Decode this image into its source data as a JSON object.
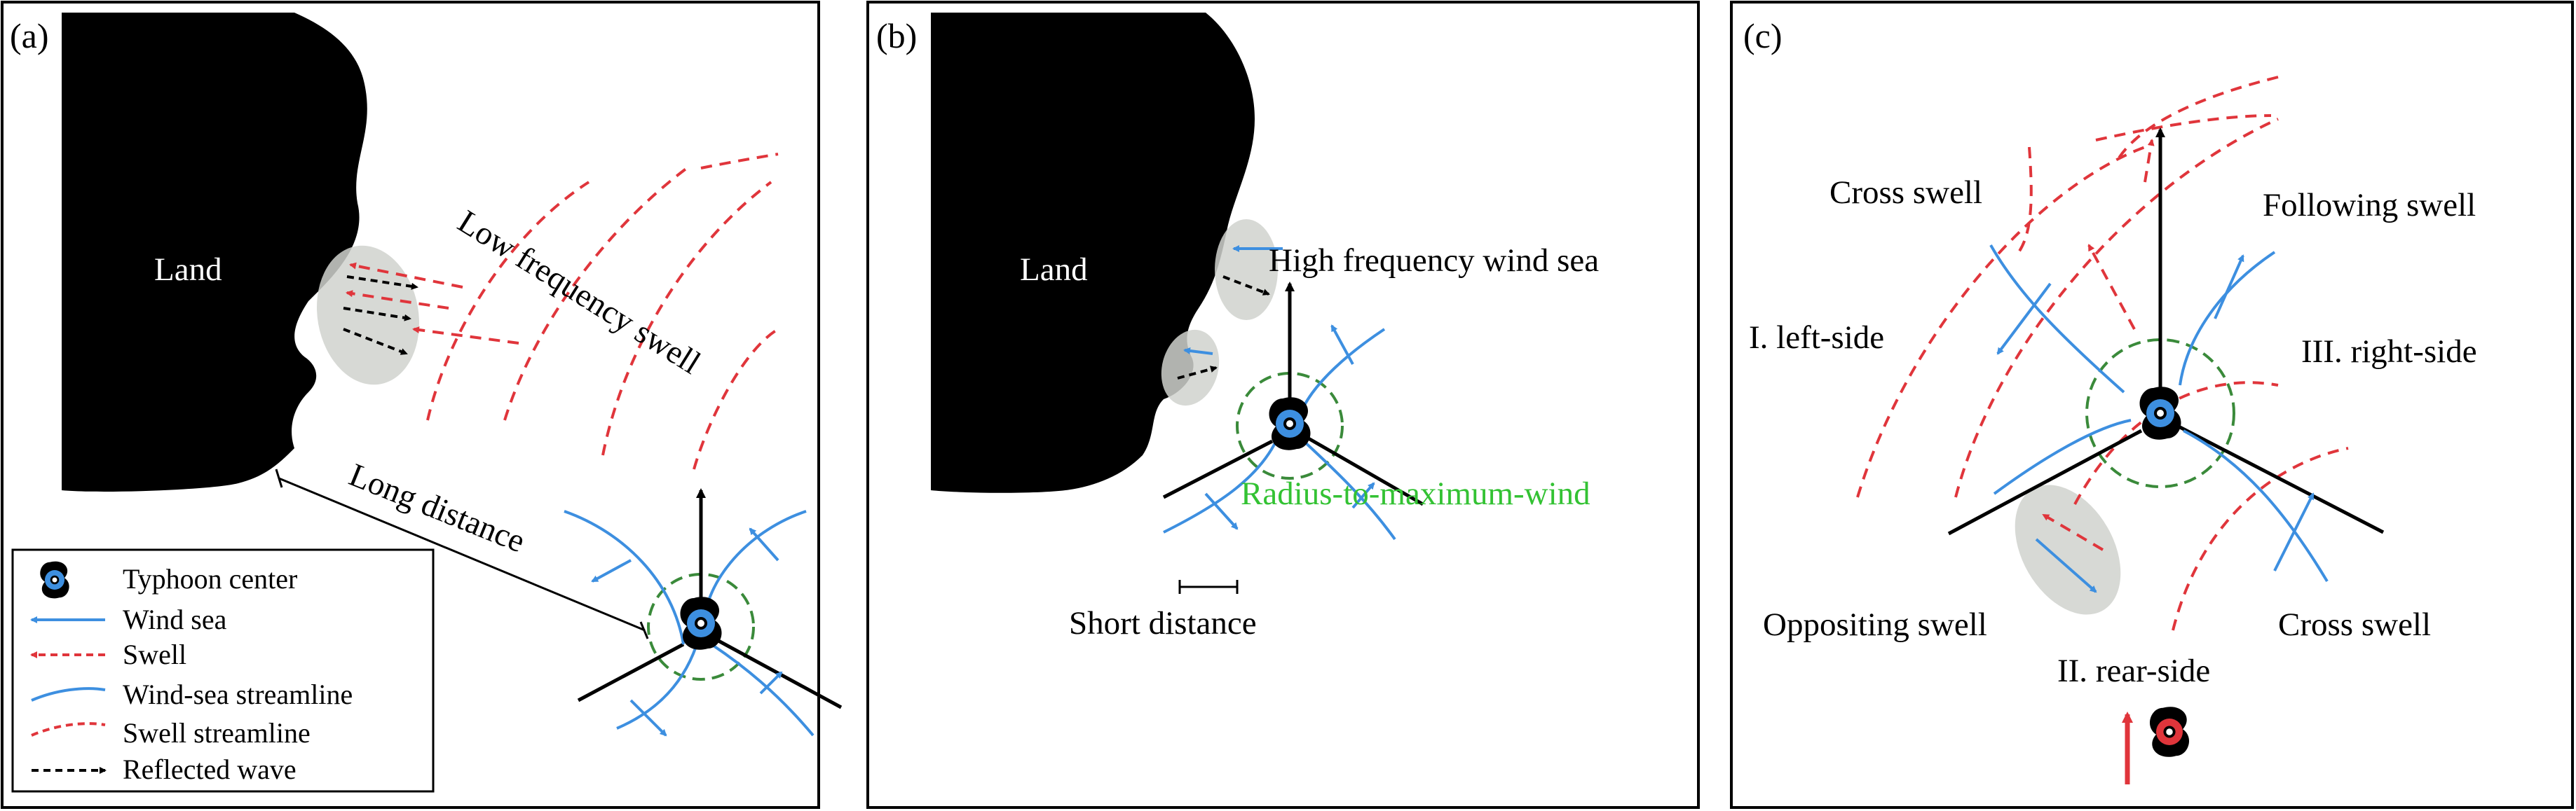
{
  "panels": {
    "a": {
      "tag": "(a)",
      "land": "Land",
      "swell_label": "Low frequency swell",
      "distance_label": "Long distance"
    },
    "b": {
      "tag": "(b)",
      "land": "Land",
      "wind_sea_label": "High frequency wind sea",
      "rmw_label": "Radius-to-maximum-wind",
      "distance_label": "Short distance"
    },
    "c": {
      "tag": "(c)",
      "cross_swell_left": "Cross swell",
      "following_swell": "Following  swell",
      "left_side": "I. left-side",
      "right_side": "III.  right-side",
      "oppositing_swell": "Oppositing  swell",
      "cross_swell_right": "Cross swell",
      "rear_side": "II.  rear-side"
    }
  },
  "legend": {
    "typhoon_center": "Typhoon center",
    "wind_sea": "Wind sea",
    "swell": "Swell",
    "wind_sea_streamline": "Wind-sea streamline",
    "swell_streamline": "Swell streamline",
    "reflected_wave": "Reflected wave"
  },
  "colors": {
    "wind_sea": "#3d8fe0",
    "swell": "#e0353b",
    "rmw": "#3a8a3a",
    "rmw_text": "#33c233",
    "land": "#000000",
    "typhoon_icon": "#3d8fe0",
    "typhoon_icon_rear": "#e0353b",
    "highlight": "#d0d2ce"
  }
}
